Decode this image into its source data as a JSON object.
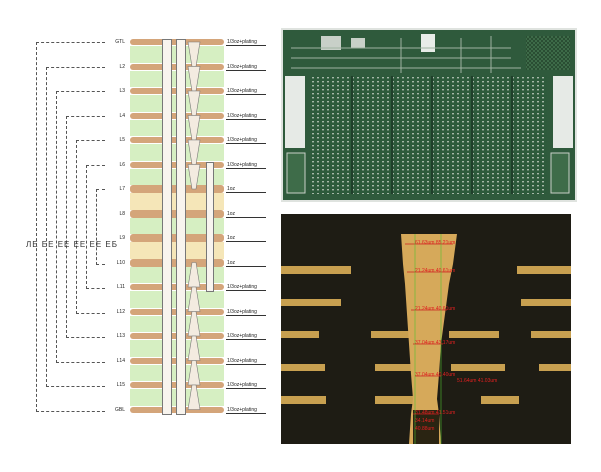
{
  "stackup": {
    "layers": [
      {
        "name": "GTL",
        "note": "1/3oz+plating"
      },
      {
        "name": "L2",
        "note": "1/3oz+plating"
      },
      {
        "name": "L3",
        "note": "1/3oz+plating"
      },
      {
        "name": "L4",
        "note": "1/3oz+plating"
      },
      {
        "name": "L5",
        "note": "1/3oz+plating"
      },
      {
        "name": "L6",
        "note": "1/3oz+plating"
      },
      {
        "name": "L7",
        "note": "1oz"
      },
      {
        "name": "L8",
        "note": "1oz"
      },
      {
        "name": "L9",
        "note": "1oz"
      },
      {
        "name": "L10",
        "note": "1oz"
      },
      {
        "name": "L11",
        "note": "1/3oz+plating"
      },
      {
        "name": "L12",
        "note": "1/3oz+plating"
      },
      {
        "name": "L13",
        "note": "1/3oz+plating"
      },
      {
        "name": "L14",
        "note": "1/3oz+plating"
      },
      {
        "name": "L15",
        "note": "1/3oz+plating"
      },
      {
        "name": "GBL",
        "note": "1/3oz+plating"
      }
    ],
    "lamination_label": "ЛЕ ЕЕ ЕЕ ЕЕ ЕЕ ЕБ"
  },
  "micrograph": {
    "measurements": [
      "61.63um 85.21um",
      "21.24um 40.61um",
      "21.24um 40.61um",
      "37.04um 43.17um",
      "37.04um 40.40um",
      "31.48um 41.51um",
      "51.64um 41.03um",
      "34.14um",
      "40.88um"
    ]
  },
  "colors": {
    "copper": "#d4a57a",
    "dielectric": "#d6efc2",
    "prepreg": "#f5e6b8",
    "pcb_green": "#2f5a3c",
    "micrograph_bg": "#1e1c14",
    "measure_red": "#e02020"
  }
}
